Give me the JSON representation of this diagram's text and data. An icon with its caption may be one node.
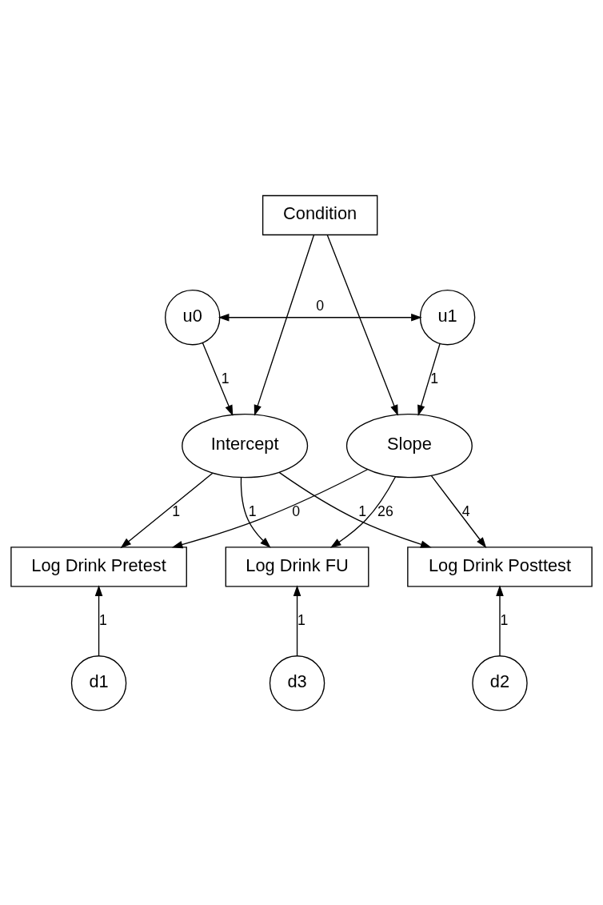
{
  "diagram": {
    "nodes": [
      {
        "text": [
          "Condition"
        ]
      },
      {
        "text": [
          "u0"
        ]
      },
      {
        "text": [
          "u1"
        ]
      },
      {
        "text": [
          "Intercept"
        ]
      },
      {
        "text": [
          "Slope"
        ]
      },
      {
        "text": [
          "Log Drink Pretest"
        ]
      },
      {
        "text": [
          "Log Drink Posttest"
        ]
      },
      {
        "text": [
          "Log Drink FU"
        ]
      },
      {
        "text": [
          "d1"
        ]
      },
      {
        "text": [
          "d2"
        ]
      },
      {
        "text": [
          "d3"
        ]
      }
    ],
    "edges": [
      {
        "from": 1,
        "to": 2,
        "arrow": "both",
        "label": "0"
      },
      {
        "from": 0,
        "to": 3,
        "arrow": "to"
      },
      {
        "from": 0,
        "to": 4,
        "arrow": "to"
      },
      {
        "from": 1,
        "to": 3,
        "arrow": "to",
        "label": "1"
      },
      {
        "from": 2,
        "to": 4,
        "arrow": "to",
        "label": "1"
      },
      {
        "from": 3,
        "to": 5,
        "arrow": "to",
        "label": "1"
      },
      {
        "from": 3,
        "to": 6,
        "arrow": "to",
        "label": "1"
      },
      {
        "from": 3,
        "to": 7,
        "arrow": "to",
        "label": "1"
      },
      {
        "from": 4,
        "to": 5,
        "arrow": "to",
        "label": "0"
      },
      {
        "from": 4,
        "to": 6,
        "arrow": "to",
        "label": "4"
      },
      {
        "from": 4,
        "to": 7,
        "arrow": "to",
        "label": "26"
      },
      {
        "from": 8,
        "to": 5,
        "arrow": "to",
        "label": "1"
      },
      {
        "from": 9,
        "to": 6,
        "arrow": "to",
        "label": "1"
      },
      {
        "from": 10,
        "to": 7,
        "arrow": "to",
        "label": "1"
      }
    ]
  }
}
